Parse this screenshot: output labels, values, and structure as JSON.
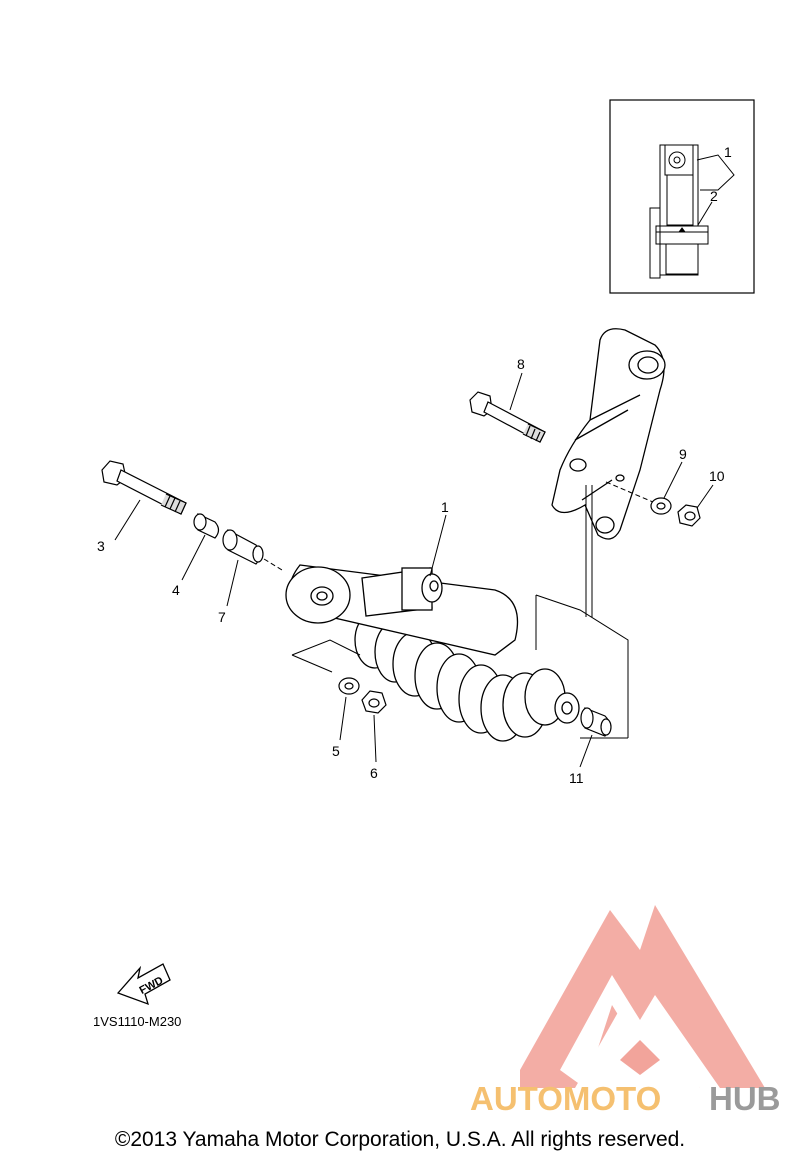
{
  "callouts": {
    "inset_1": "1",
    "inset_2": "2",
    "p1": "1",
    "p3": "3",
    "p4": "4",
    "p5": "5",
    "p6": "6",
    "p7": "7",
    "p8": "8",
    "p9": "9",
    "p10": "10",
    "p11": "11"
  },
  "fwd_label": "FWD",
  "part_code": "1VS1110-M230",
  "watermark": {
    "text_left": "AUTOMOTO",
    "text_right": "HUB",
    "color_triangle": "#f2a49b",
    "color_text_left": "#f5c070",
    "color_text_right": "#9a9a9a"
  },
  "copyright": "©2013 Yamaha Motor Corporation, U.S.A. All rights reserved."
}
